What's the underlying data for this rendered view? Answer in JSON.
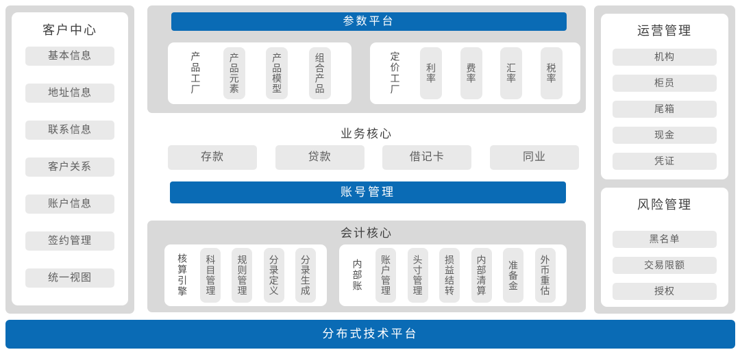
{
  "colors": {
    "accent_blue": "#0a6bb5",
    "container_gray": "#d9d9d9",
    "chip_gray": "#e9e9e9",
    "card_white": "#ffffff",
    "title_text": "#3f3f3f",
    "chip_text": "#5d5d5d"
  },
  "left_panel": {
    "title": "客户中心",
    "items": [
      "基本信息",
      "地址信息",
      "联系信息",
      "客户关系",
      "账户信息",
      "签约管理",
      "统一视图"
    ]
  },
  "center": {
    "param_platform": {
      "header": "参数平台",
      "groups": [
        {
          "label": "产品工厂",
          "items": [
            "产品元素",
            "产品模型",
            "组合产品"
          ]
        },
        {
          "label": "定价工厂",
          "items": [
            "利率",
            "费率",
            "汇率",
            "税率"
          ]
        }
      ]
    },
    "business_core": {
      "title": "业务核心",
      "items": [
        "存款",
        "贷款",
        "借记卡",
        "同业"
      ]
    },
    "account_management": {
      "header": "账号管理"
    },
    "accounting_core": {
      "title": "会计核心",
      "groups": [
        {
          "label": "核算引擎",
          "items": [
            "科目管理",
            "规则管理",
            "分录定义",
            "分录生成"
          ]
        },
        {
          "label": "内部账",
          "items": [
            "账户管理",
            "头寸管理",
            "损益结转",
            "内部清算",
            "准备金",
            "外币重估"
          ]
        }
      ]
    }
  },
  "right_panel": {
    "sections": [
      {
        "title": "运营管理",
        "items": [
          "机构",
          "柜员",
          "尾箱",
          "现金",
          "凭证"
        ]
      },
      {
        "title": "风险管理",
        "items": [
          "黑名单",
          "交易限额",
          "授权"
        ]
      }
    ]
  },
  "footer": {
    "label": "分布式技术平台"
  }
}
